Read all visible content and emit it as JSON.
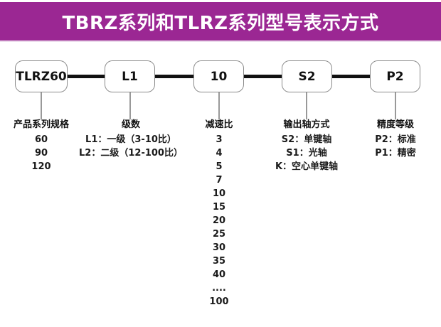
{
  "title": "TBRZ系列和TLRZ系列型号表示方式",
  "colors": {
    "header_bg": "#9b2793",
    "header_text": "#ffffff",
    "connector": "#111111",
    "box_border": "#8a8a8a",
    "pointer_line": "#999999",
    "text": "#1a1a1a"
  },
  "model_boxes": [
    {
      "label": "TLRZ60"
    },
    {
      "label": "L1"
    },
    {
      "label": "10"
    },
    {
      "label": "S2"
    },
    {
      "label": "P2"
    }
  ],
  "columns": [
    {
      "header": "产品系列规格",
      "items": [
        "60",
        "90",
        "120"
      ]
    },
    {
      "header": "级数",
      "items": [
        "L1：一级（3-10比）",
        "L2：二级（12-100比）"
      ]
    },
    {
      "header": "减速比",
      "items": [
        "3",
        "4",
        "5",
        "7",
        "10",
        "15",
        "20",
        "25",
        "30",
        "35",
        "40",
        "....",
        "100"
      ]
    },
    {
      "header": "输出轴方式",
      "items": [
        "S2：单键轴",
        "S1：光轴",
        "K：空心单键轴"
      ]
    },
    {
      "header": "精度等级",
      "items": [
        "P2：标准",
        "P1：精密"
      ]
    }
  ]
}
